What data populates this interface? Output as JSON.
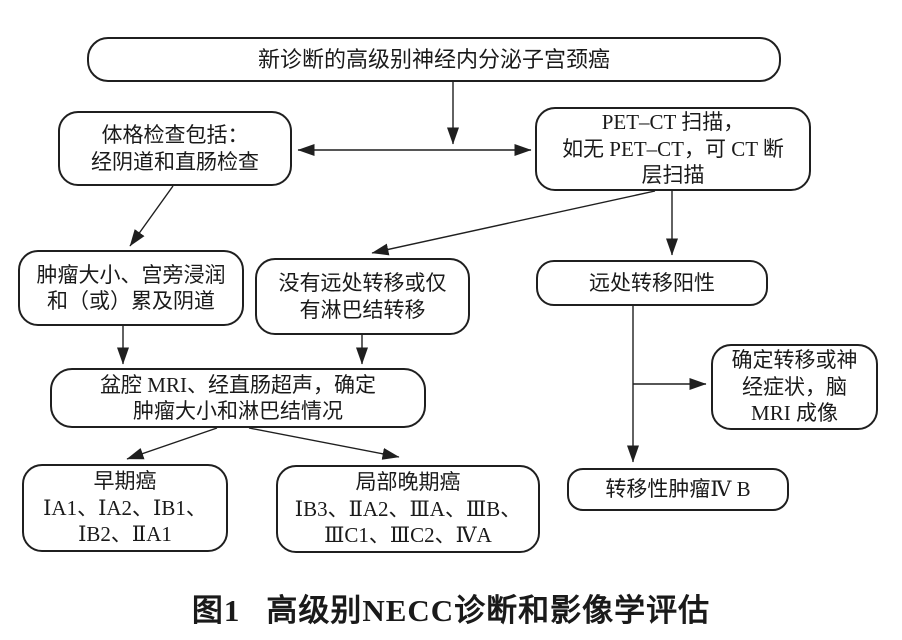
{
  "figure": {
    "caption": {
      "label": "图1",
      "title": "高级别NECC诊断和影像学评估"
    },
    "colors": {
      "ink": "#1f1f1f",
      "background": "#ffffff"
    }
  },
  "nodes": {
    "new_diagnosis": {
      "lines": [
        "新诊断的高级别神经内分泌子宫颈癌"
      ]
    },
    "physical_exam": {
      "lines": [
        "体格检查包括：",
        "经阴道和直肠检查"
      ]
    },
    "pet_ct": {
      "lines": [
        "PET–CT 扫描，",
        "如无 PET–CT，可 CT 断",
        "层扫描"
      ]
    },
    "tumor_extent": {
      "lines": [
        "肿瘤大小、宫旁浸润",
        "和（或）累及阴道"
      ]
    },
    "no_distant_mets": {
      "lines": [
        "没有远处转移或仅",
        "有淋巴结转移"
      ]
    },
    "distant_mets_positive": {
      "lines": [
        "远处转移阳性"
      ]
    },
    "pelvic_mri": {
      "lines": [
        "盆腔 MRI、经直肠超声，确定",
        "肿瘤大小和淋巴结情况"
      ]
    },
    "brain_mri": {
      "lines": [
        "确定转移或神",
        "经症状，脑",
        "MRI 成像"
      ]
    },
    "early_stage": {
      "lines": [
        "早期癌",
        "ⅠA1、ⅠA2、ⅠB1、",
        "ⅠB2、ⅡA1"
      ]
    },
    "locally_advanced": {
      "lines": [
        "局部晚期癌",
        "ⅠB3、ⅡA2、ⅢA、ⅢB、",
        "ⅢC1、ⅢC2、ⅣA"
      ]
    },
    "metastatic": {
      "lines": [
        "转移性肿瘤Ⅳ B"
      ]
    }
  },
  "edges": [
    {
      "from": "new_diagnosis",
      "to": "physical_exam"
    },
    {
      "from": "new_diagnosis",
      "to": "pet_ct"
    },
    {
      "from": "physical_exam",
      "to": "tumor_extent"
    },
    {
      "from": "pet_ct",
      "to": "no_distant_mets"
    },
    {
      "from": "pet_ct",
      "to": "distant_mets_positive"
    },
    {
      "from": "tumor_extent",
      "to": "pelvic_mri"
    },
    {
      "from": "no_distant_mets",
      "to": "pelvic_mri"
    },
    {
      "from": "pelvic_mri",
      "to": "early_stage"
    },
    {
      "from": "pelvic_mri",
      "to": "locally_advanced"
    },
    {
      "from": "distant_mets_positive",
      "to": "brain_mri"
    },
    {
      "from": "distant_mets_positive",
      "to": "metastatic"
    }
  ]
}
